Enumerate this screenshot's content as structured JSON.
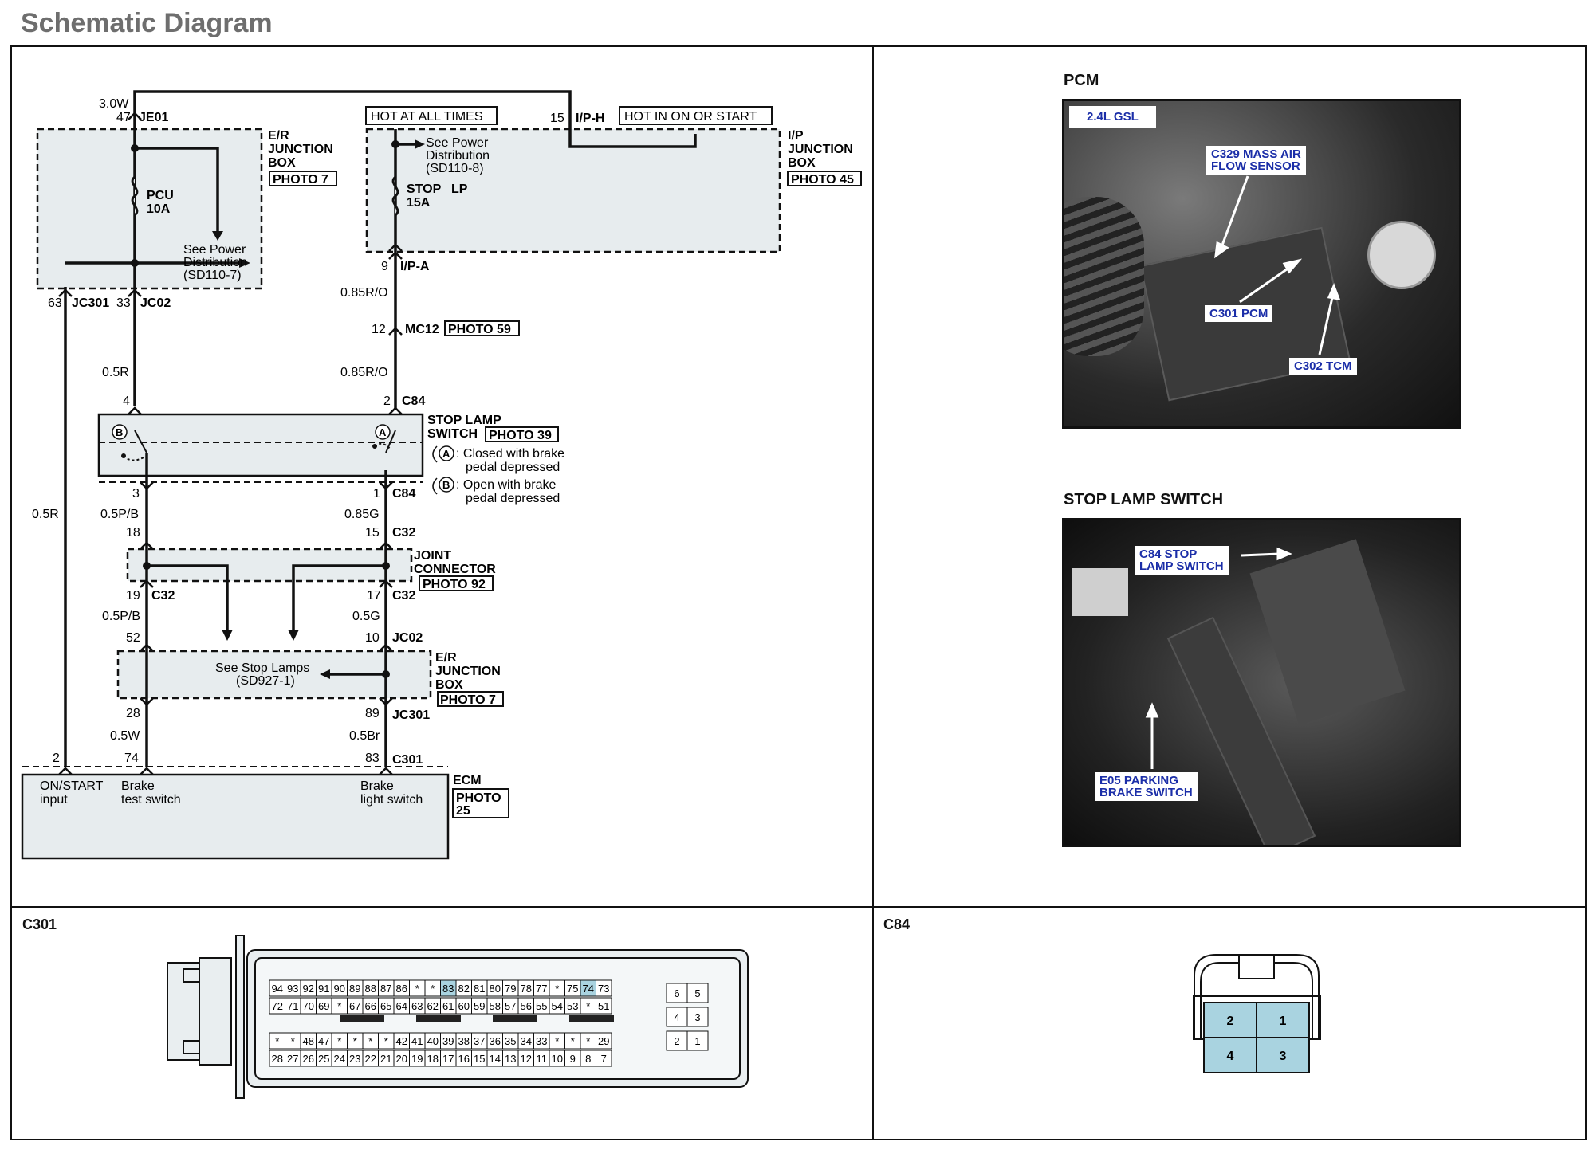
{
  "page_title": "Schematic Diagram",
  "schematic": {
    "er_jb_top": {
      "connector": "JE01",
      "pin": "47",
      "wire": "3.0W",
      "name": "E/R\nJUNCTION\nBOX",
      "photo": "PHOTO 7"
    },
    "pcu_fuse": {
      "name": "PCU",
      "rating": "10A"
    },
    "see_power_1": {
      "line1": "See Power",
      "line2": "Distribution",
      "line3": "(SD110-7)"
    },
    "ip_jb": {
      "hot_label": "HOT AT ALL TIMES",
      "hot_start_label": "HOT IN ON OR START",
      "pin_top": "15",
      "connector_top": "I/P-H",
      "name": "I/P\nJUNCTION\nBOX",
      "photo": "PHOTO 45"
    },
    "see_power_2": {
      "line1": "See Power",
      "line2": "Distribution",
      "line3": "(SD110-8)"
    },
    "stop_fuse": {
      "name": "STOP",
      "name2": "LP",
      "rating": "15A"
    },
    "ipa": {
      "pin": "9",
      "connector": "I/P-A"
    },
    "jc301_top": {
      "pin": "63",
      "connector": "JC301"
    },
    "jc02_top": {
      "pin": "33",
      "connector": "JC02"
    },
    "wire_085ro_1": "0.85R/O",
    "mc12": {
      "pin": "12",
      "connector": "MC12",
      "photo": "PHOTO 59"
    },
    "wire_05r_1": "0.5R",
    "wire_085ro_2": "0.85R/O",
    "c84_top": {
      "pin_left": "4",
      "pin_right": "2",
      "connector": "C84"
    },
    "stop_lamp_switch": {
      "name": "STOP   LAMP\nSWITCH",
      "photo": "PHOTO 39",
      "mark_b": "B",
      "mark_a": "A",
      "note_a1": ": Closed with brake",
      "note_a2": "pedal depressed",
      "note_b1": ": Open with brake",
      "note_b2": "pedal depressed"
    },
    "c84_bottom": {
      "pin_left": "3",
      "pin_right": "1",
      "connector": "C84"
    },
    "wire_05r_left": "0.5R",
    "wire_05pb_1": "0.5P/B",
    "wire_085g": "0.85G",
    "c32_top": {
      "pin_left": "18",
      "pin_right": "15",
      "connector": "C32"
    },
    "joint_connector": {
      "name": "JOINT\nCONNECTOR",
      "photo": "PHOTO 92"
    },
    "c32_bottom": {
      "pin_left": "19",
      "pin_right": "17",
      "connector_left": "C32",
      "connector_right": "C32"
    },
    "wire_05pb_2": "0.5P/B",
    "wire_05g": "0.5G",
    "jc02_bottom": {
      "pin_left": "52",
      "pin_right": "10",
      "connector": "JC02"
    },
    "er_jb_bottom": {
      "see_stop_1": "See Stop Lamps",
      "see_stop_2": "(SD927-1)",
      "name": "E/R\nJUNCTION\nBOX",
      "photo": "PHOTO 7"
    },
    "jc301_bottom": {
      "pin_left": "28",
      "pin_right": "89",
      "connector": "JC301"
    },
    "wire_05w": "0.5W",
    "wire_05br": "0.5Br",
    "c301": {
      "pin_a": "2",
      "pin_b": "74",
      "pin_c": "83",
      "connector": "C301"
    },
    "ecm": {
      "name": "ECM",
      "photo": "PHOTO\n25",
      "input1": "ON/START\ninput",
      "input2": "Brake\ntest switch",
      "input3": "Brake\nlight switch"
    }
  },
  "photos": {
    "pcm": {
      "title": "PCM",
      "tag": "2.4L GSL",
      "callout_maf": "C329 MASS AIR\nFLOW SENSOR",
      "callout_pcm": "C301 PCM",
      "callout_tcm": "C302 TCM"
    },
    "stop_switch": {
      "title": "STOP LAMP SWITCH",
      "callout_c84": "C84 STOP\nLAMP SWITCH",
      "callout_e05": "E05 PARKING\nBRAKE SWITCH"
    }
  },
  "c301_connector": {
    "title": "C301",
    "row1": [
      "94",
      "93",
      "92",
      "91",
      "90",
      "89",
      "88",
      "87",
      "86",
      "*",
      "*",
      "83",
      "82",
      "81",
      "80",
      "79",
      "78",
      "77",
      "*",
      "75",
      "74",
      "73"
    ],
    "row2": [
      "72",
      "71",
      "70",
      "69",
      "*",
      "67",
      "66",
      "65",
      "64",
      "63",
      "62",
      "61",
      "60",
      "59",
      "58",
      "57",
      "56",
      "55",
      "54",
      "53",
      "*",
      "51"
    ],
    "row3": [
      "*",
      "*",
      "48",
      "47",
      "*",
      "*",
      "*",
      "*",
      "42",
      "41",
      "40",
      "39",
      "38",
      "37",
      "36",
      "35",
      "34",
      "33",
      "*",
      "*",
      "*",
      "29"
    ],
    "row4": [
      "28",
      "27",
      "26",
      "25",
      "24",
      "23",
      "22",
      "21",
      "20",
      "19",
      "18",
      "17",
      "16",
      "15",
      "14",
      "13",
      "12",
      "11",
      "10",
      "9",
      "8",
      "7"
    ],
    "side": [
      [
        "6",
        "5"
      ],
      [
        "4",
        "3"
      ],
      [
        "2",
        "1"
      ]
    ],
    "highlighted": [
      "83",
      "74"
    ],
    "highlight_color": "#a9d3e0"
  },
  "c84_connector": {
    "title": "C84",
    "pins": [
      [
        "2",
        "1"
      ],
      [
        "4",
        "3"
      ]
    ],
    "pin_color": "#a9d3e0"
  }
}
